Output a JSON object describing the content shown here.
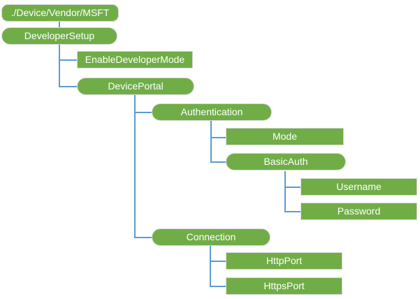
{
  "colors": {
    "node-green": "#70AD47",
    "node-border": "#D9D9D9",
    "connector-blue": "#5B9BD5",
    "text-white": "#FFFFFF",
    "background": "#FFFFFF"
  },
  "diagram": {
    "type": "tree",
    "description": "Configuration service provider hierarchy diagram",
    "nodes": [
      {
        "id": "root",
        "label": "./Device/Vendor/MSFT",
        "shape": "rounded",
        "parent": null
      },
      {
        "id": "developer-setup",
        "label": "DeveloperSetup",
        "shape": "pill",
        "parent": "root"
      },
      {
        "id": "enable-developer-mode",
        "label": "EnableDeveloperMode",
        "shape": "rect",
        "parent": "developer-setup"
      },
      {
        "id": "device-portal",
        "label": "DevicePortal",
        "shape": "pill",
        "parent": "developer-setup"
      },
      {
        "id": "authentication",
        "label": "Authentication",
        "shape": "pill",
        "parent": "device-portal"
      },
      {
        "id": "mode",
        "label": "Mode",
        "shape": "rect",
        "parent": "authentication"
      },
      {
        "id": "basic-auth",
        "label": "BasicAuth",
        "shape": "pill",
        "parent": "authentication"
      },
      {
        "id": "username",
        "label": "Username",
        "shape": "rect",
        "parent": "basic-auth"
      },
      {
        "id": "password",
        "label": "Password",
        "shape": "rect",
        "parent": "basic-auth"
      },
      {
        "id": "connection",
        "label": "Connection",
        "shape": "pill",
        "parent": "device-portal"
      },
      {
        "id": "http-port",
        "label": "HttpPort",
        "shape": "rect",
        "parent": "connection"
      },
      {
        "id": "https-port",
        "label": "HttpsPort",
        "shape": "rect",
        "parent": "connection"
      }
    ]
  }
}
